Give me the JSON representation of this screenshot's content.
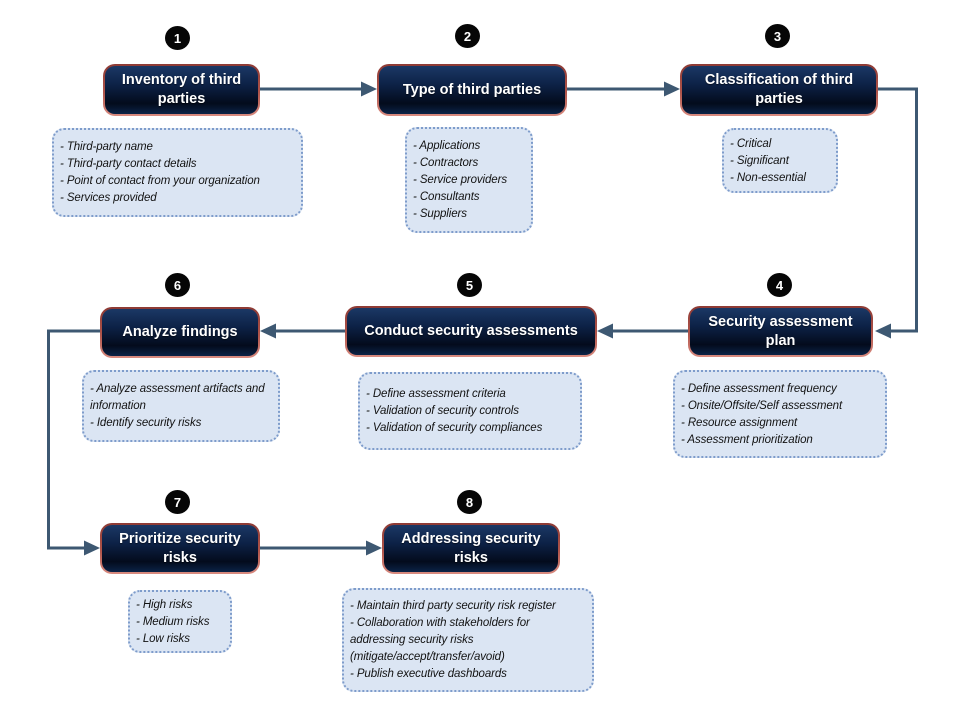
{
  "diagram": {
    "title_hint": "Third-party security risk management process",
    "colors": {
      "background": "#ffffff",
      "box_fill_top": "#1b3865",
      "box_fill_bottom": "#030b1c",
      "box_border_top": "#8e3a34",
      "box_border_bottom": "#d98b80",
      "box_text": "#ffffff",
      "badge_fill": "#060606",
      "badge_text": "#ffffff",
      "note_fill": "#dbe5f3",
      "note_border": "#7e9ccb",
      "note_text": "#121212",
      "arrow": "#3d5872"
    },
    "steps": [
      {
        "number": "1",
        "title": "Inventory of third parties",
        "notes": [
          "- Third-party name",
          "- Third-party contact details",
          "- Point of contact from your organization",
          "- Services provided"
        ]
      },
      {
        "number": "2",
        "title": "Type of third parties",
        "notes": [
          "- Applications",
          "- Contractors",
          "- Service providers",
          "- Consultants",
          "- Suppliers"
        ]
      },
      {
        "number": "3",
        "title": "Classification of third parties",
        "notes": [
          "- Critical",
          "- Significant",
          "- Non-essential"
        ]
      },
      {
        "number": "4",
        "title": "Security assessment plan",
        "notes": [
          "- Define assessment frequency",
          "- Onsite/Offsite/Self assessment",
          "- Resource assignment",
          "- Assessment prioritization"
        ]
      },
      {
        "number": "5",
        "title": "Conduct security assessments",
        "notes": [
          "- Define assessment criteria",
          "- Validation of security controls",
          "- Validation of security compliances"
        ]
      },
      {
        "number": "6",
        "title": "Analyze findings",
        "notes": [
          "- Analyze assessment artifacts and information",
          "- Identify security risks"
        ]
      },
      {
        "number": "7",
        "title": "Prioritize security risks",
        "notes": [
          "- High risks",
          "- Medium risks",
          "- Low risks"
        ]
      },
      {
        "number": "8",
        "title": "Addressing security risks",
        "notes": [
          "- Maintain third party security risk register",
          "- Collaboration with stakeholders for addressing security risks (mitigate/accept/transfer/avoid)",
          "- Publish executive dashboards"
        ]
      }
    ]
  }
}
